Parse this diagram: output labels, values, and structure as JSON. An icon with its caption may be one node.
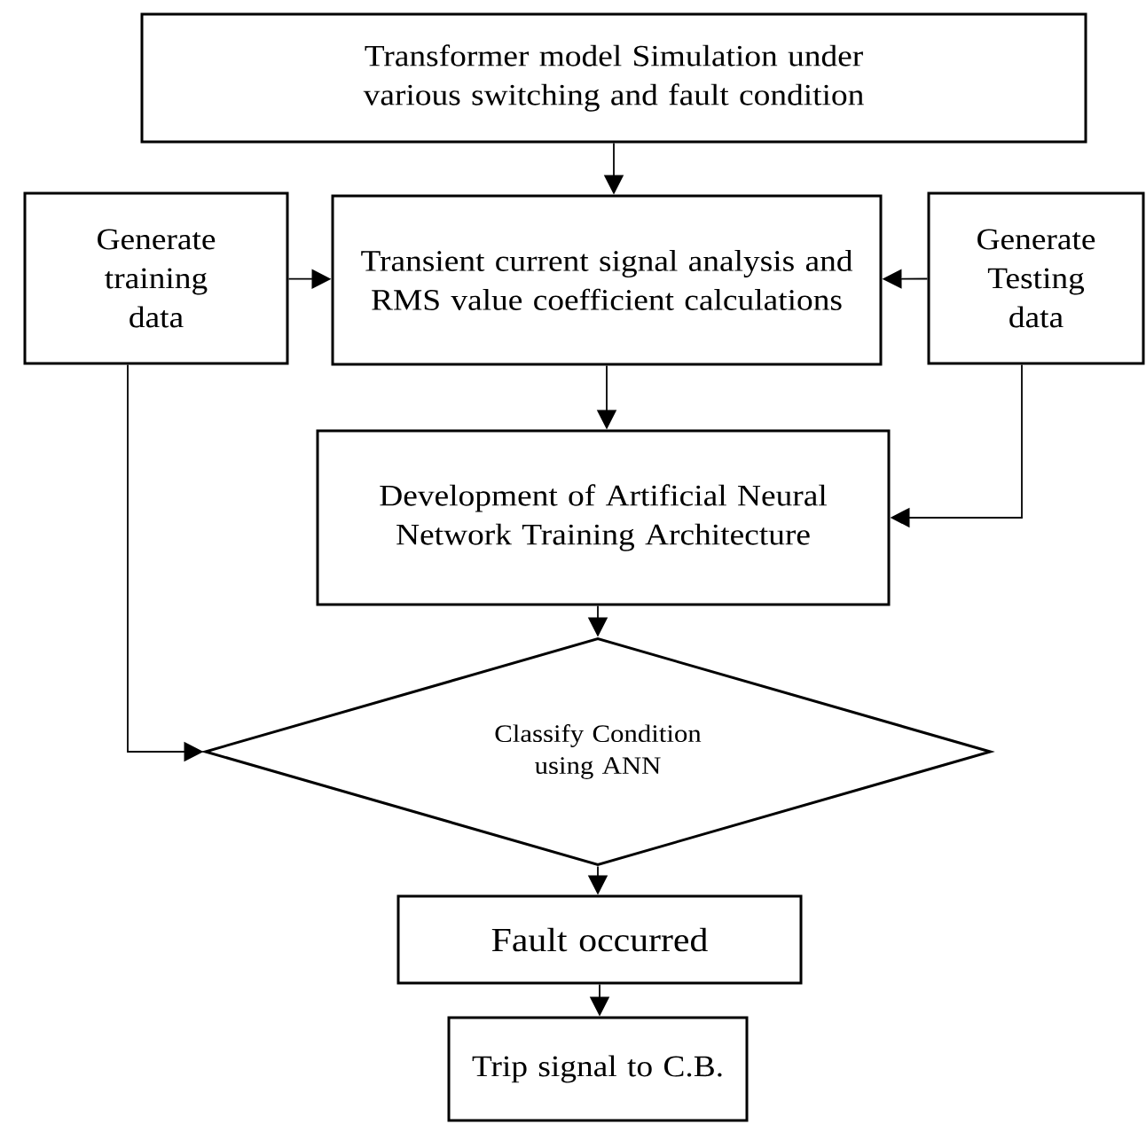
{
  "diagram": {
    "nodes": [
      {
        "text": [
          "Transformer model Simulation under various switching and fault condition"
        ]
      },
      {
        "text": [
          "Generate training data"
        ]
      },
      {
        "text": [
          "Transient current signal analysis and RMS value coefficient calculations"
        ]
      },
      {
        "text": [
          "Generate Testing data"
        ]
      },
      {
        "text": [
          "Development of Artificial Neural Network Training Architecture"
        ]
      },
      {
        "text": [
          "Classify Condition using ANN"
        ]
      },
      {
        "text": [
          "Fault occurred"
        ]
      },
      {
        "text": [
          "Trip signal to C.B."
        ]
      }
    ],
    "edges": [
      {
        "from": 0,
        "to": 2,
        "arrow": "to"
      },
      {
        "from": 1,
        "to": 2,
        "arrow": "to"
      },
      {
        "from": 3,
        "to": 2,
        "arrow": "to"
      },
      {
        "from": 2,
        "to": 4,
        "arrow": "to"
      },
      {
        "from": 3,
        "to": 4,
        "arrow": "to"
      },
      {
        "from": 1,
        "to": 5,
        "arrow": "to"
      },
      {
        "from": 4,
        "to": 5,
        "arrow": "to"
      },
      {
        "from": 5,
        "to": 6,
        "arrow": "to"
      },
      {
        "from": 6,
        "to": 7,
        "arrow": "to"
      }
    ]
  }
}
